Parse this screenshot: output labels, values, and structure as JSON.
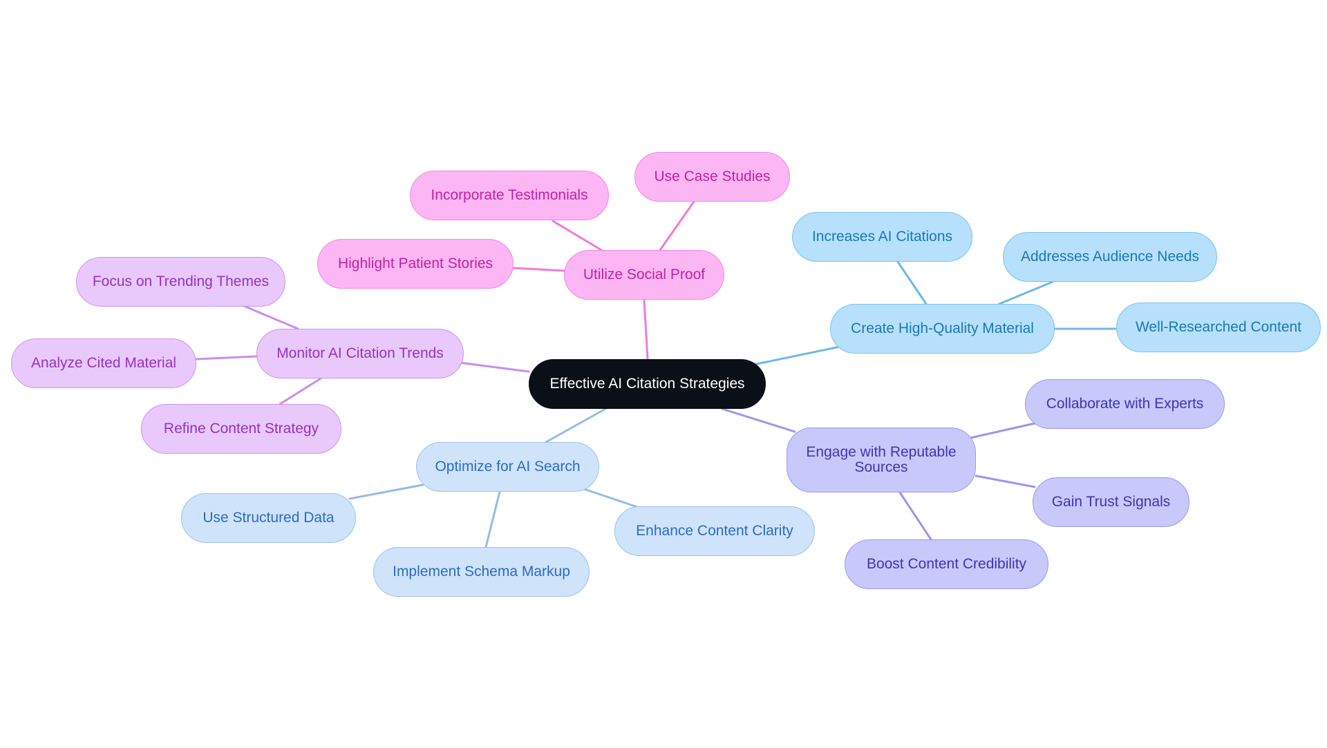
{
  "diagram": {
    "type": "mind-map",
    "root": {
      "label": "Effective AI Citation Strategies"
    },
    "branches": [
      {
        "id": "social",
        "label": "Utilize Social Proof",
        "color": "#f07ad8",
        "children": [
          {
            "label": "Incorporate Testimonials"
          },
          {
            "label": "Use Case Studies"
          },
          {
            "label": "Highlight Patient Stories"
          }
        ]
      },
      {
        "id": "quality",
        "label": "Create High-Quality Material",
        "color": "#6db8e8",
        "children": [
          {
            "label": "Increases AI Citations"
          },
          {
            "label": "Addresses Audience Needs"
          },
          {
            "label": "Well-Researched Content"
          }
        ]
      },
      {
        "id": "trends",
        "label": "Monitor AI Citation Trends",
        "color": "#c98ded",
        "children": [
          {
            "label": "Focus on Trending Themes"
          },
          {
            "label": "Analyze Cited Material"
          },
          {
            "label": "Refine Content Strategy"
          }
        ]
      },
      {
        "id": "search",
        "label": "Optimize for AI Search",
        "color": "#93bde8",
        "children": [
          {
            "label": "Use Structured Data"
          },
          {
            "label": "Implement Schema Markup"
          },
          {
            "label": "Enhance Content Clarity"
          }
        ]
      },
      {
        "id": "sources",
        "label": "Engage with Reputable\nSources",
        "color": "#9b96ea",
        "children": [
          {
            "label": "Collaborate with Experts"
          },
          {
            "label": "Gain Trust Signals"
          },
          {
            "label": "Boost Content Credibility"
          }
        ]
      }
    ]
  }
}
